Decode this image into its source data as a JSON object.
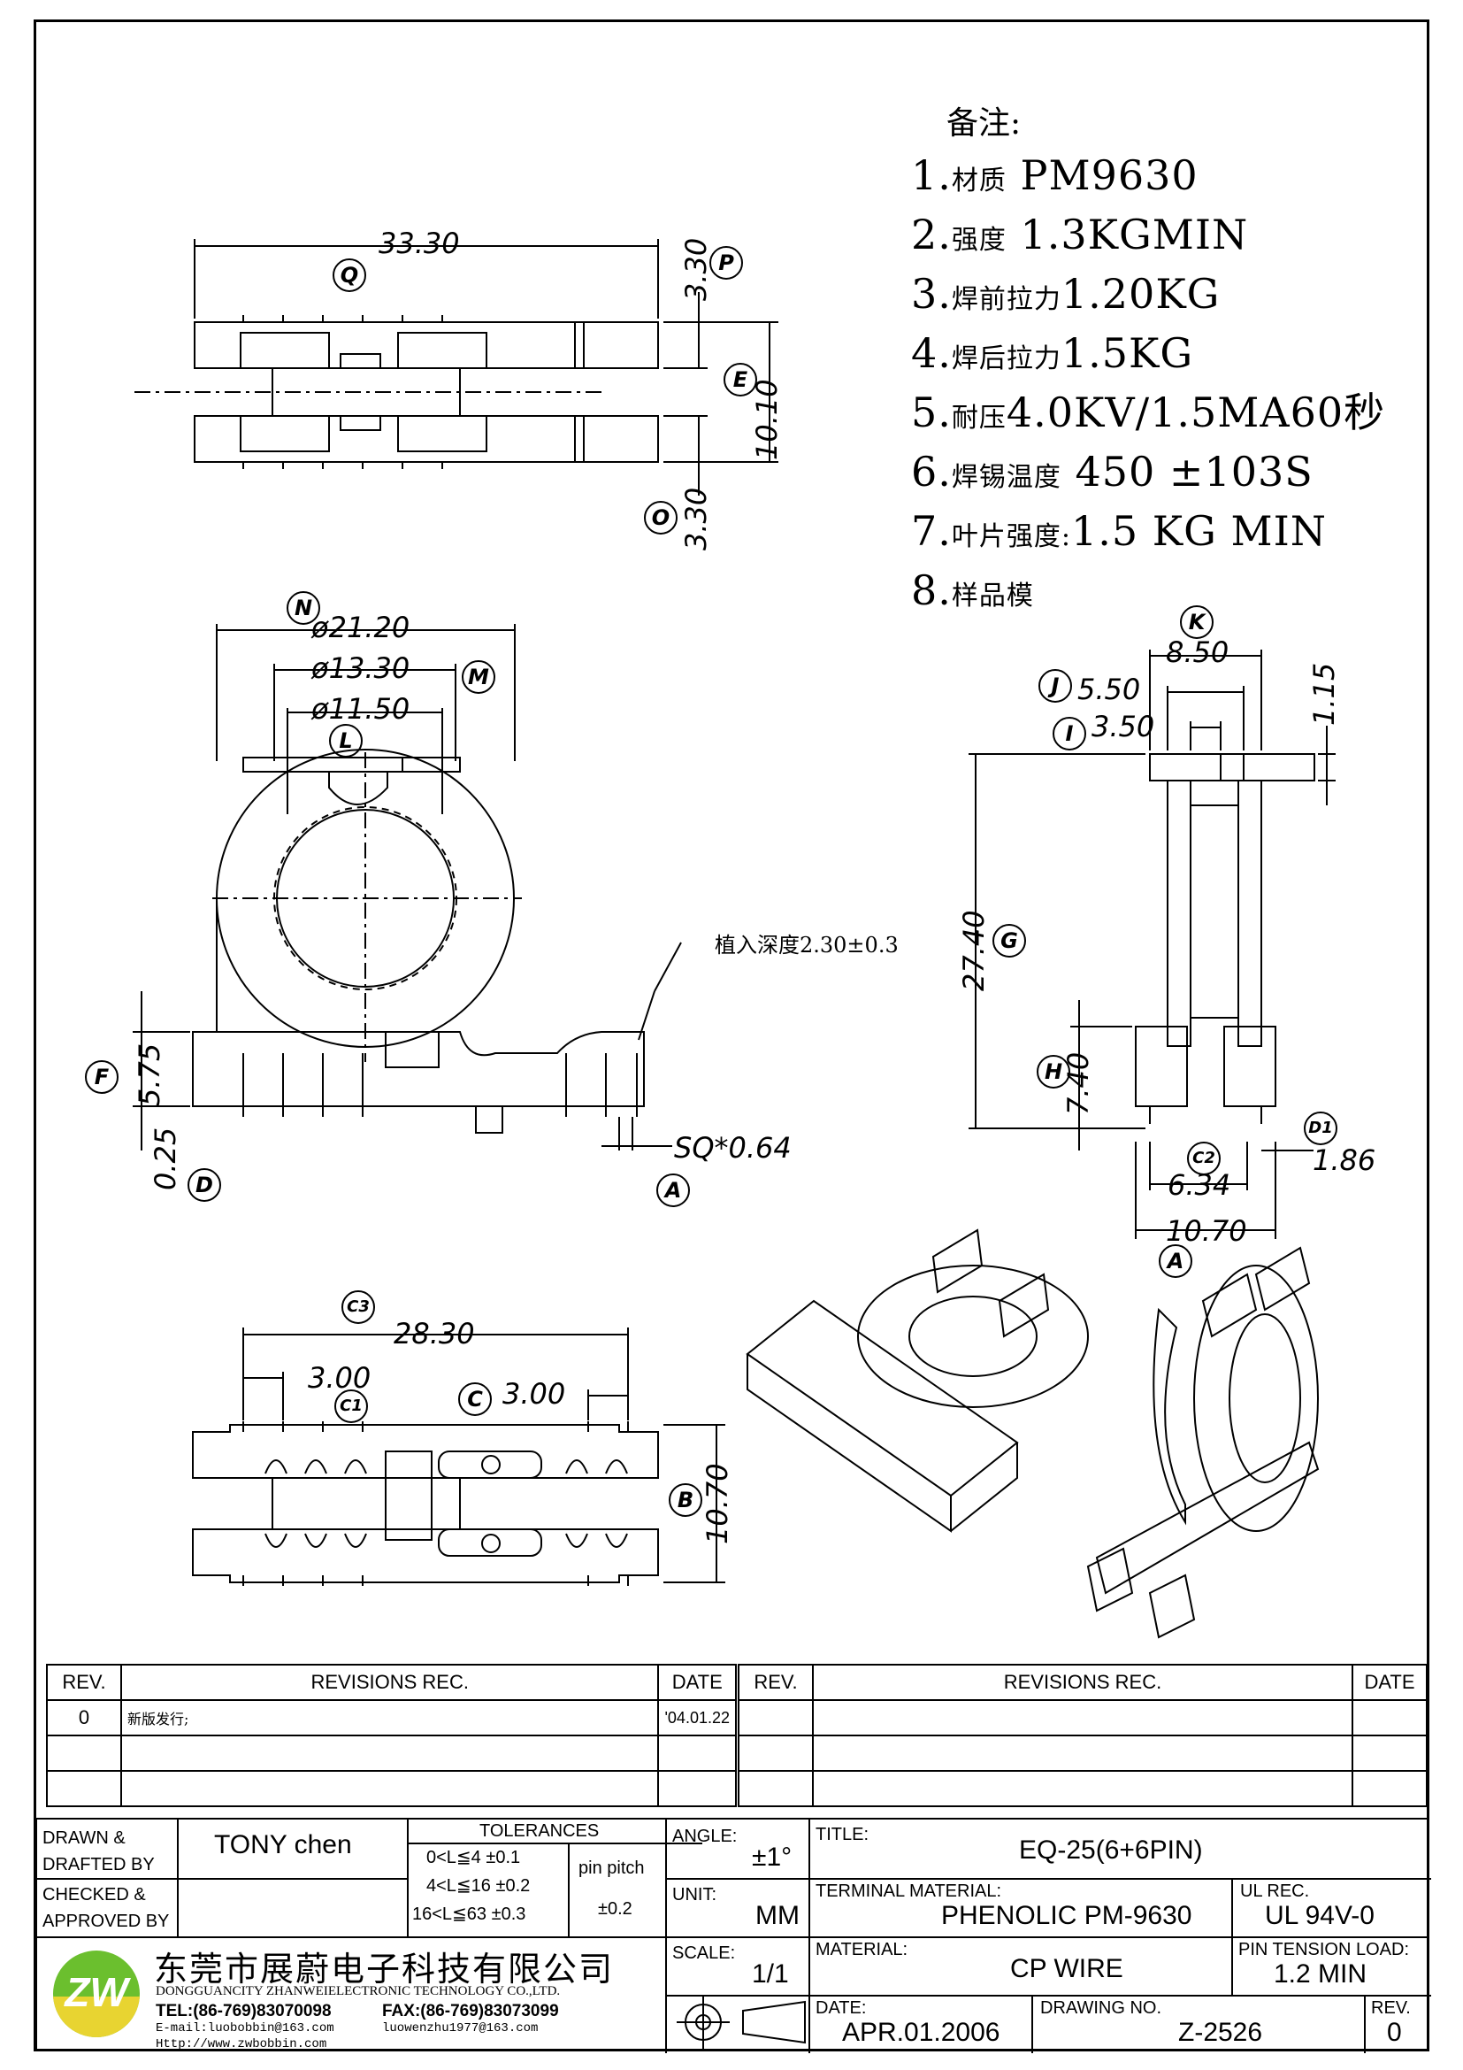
{
  "notes": {
    "heading": "备注:",
    "items": [
      {
        "num": "1.",
        "label": "材质",
        "value": " PM9630"
      },
      {
        "num": "2.",
        "label": "强度",
        "value": " 1.3KGMIN"
      },
      {
        "num": "3.",
        "label": "焊前拉力",
        "value": "1.20KG"
      },
      {
        "num": "4.",
        "label": "焊后拉力",
        "value": "1.5KG"
      },
      {
        "num": "5.",
        "label": "耐压",
        "value": "4.0KV/1.5MA60秒"
      },
      {
        "num": "6.",
        "label": "焊锡温度",
        "value": " 450  ±103S"
      },
      {
        "num": "7.",
        "label": "叶片强度:",
        "value": "1.5  KG  MIN"
      },
      {
        "num": "8.",
        "label": "样品模",
        "value": ""
      }
    ]
  },
  "dimensions": {
    "top_view": {
      "width": "33.30",
      "upper": "3.30",
      "gap": "10.10",
      "lower": "3.30"
    },
    "front_view": {
      "d1": "ø21.20",
      "d2": "ø13.30",
      "d3": "ø11.50",
      "h_base": "5.75",
      "h_pin": "0.25",
      "pin_sq": "SQ*0.64",
      "insert_depth": "植入深度2.30±0.3"
    },
    "side_view": {
      "w_top": "8.50",
      "w_mid": "5.50",
      "w_inner": "3.50",
      "t_top": "1.15",
      "height": "27.40",
      "h_base": "7.40",
      "w_pin": "6.34",
      "pin_off": "1.86",
      "w_base": "10.70"
    },
    "bottom_view": {
      "span": "28.30",
      "pitch1": "3.00",
      "pitch2": "3.00",
      "width": "10.70"
    }
  },
  "callouts": [
    "Q",
    "P",
    "E",
    "O",
    "N",
    "M",
    "L",
    "K",
    "J",
    "I",
    "G",
    "H",
    "F",
    "D",
    "A",
    "C2",
    "D1",
    "A",
    "C3",
    "C1",
    "C",
    "B"
  ],
  "revisions": {
    "headers": {
      "rev": "REV.",
      "rec": "REVISIONS    REC.",
      "date": "DATE"
    },
    "rows": [
      {
        "rev": "0",
        "rec": "新版发行;",
        "date": "'04.01.22"
      }
    ]
  },
  "title_block": {
    "drawn_label": "DRAWN &\nDRAFTED BY",
    "drawn_value": "TONY chen",
    "checked_label": "CHECKED &\nAPPROVED BY",
    "tolerances_label": "TOLERANCES",
    "tol_rows": [
      "0<L≦4   ±0.1",
      "4<L≦16  ±0.2",
      "16<L≦63  ±0.3"
    ],
    "pin_pitch_label": "pin  pitch",
    "pin_pitch_value": "±0.2",
    "angle_label": "ANGLE:",
    "angle_value": "±1°",
    "unit_label": "UNIT:",
    "unit_value": "MM",
    "scale_label": "SCALE:",
    "scale_value": "1/1",
    "title_label": "TITLE:",
    "title_value": "EQ-25(6+6PIN)",
    "terminal_label": "TERMINAL  MATERIAL:",
    "terminal_value": "PHENOLIC  PM-9630",
    "ul_label": "UL  REC.",
    "ul_value": "UL  94V-0",
    "material_label": "MATERIAL:",
    "material_value": "CP  WIRE",
    "pin_tension_label": "PIN  TENSION  LOAD:",
    "pin_tension_value": "1.2  MIN",
    "date_label": "DATE:",
    "date_value": "APR.01.2006",
    "drawing_no_label": "DRAWING  NO.",
    "drawing_no_value": "Z-2526",
    "rev_label": "REV.",
    "rev_value": "0",
    "company_cn": "东莞市展蔚电子科技有限公司",
    "company_en": "DONGGUANCITY ZHANWEIELECTRONIC TECHNOLOGY CO.,LTD.",
    "tel": "TEL:(86-769)83070098",
    "fax": "FAX:(86-769)83073099",
    "email1": "E-mail:luobobbin@163.com",
    "email2": "luowenzhu1977@163.com",
    "web": "Http://www.zwbobbin.com",
    "logo_text": "ZW"
  },
  "colors": {
    "logo_green": "#6bbf2e",
    "logo_yellow": "#e8d431"
  }
}
